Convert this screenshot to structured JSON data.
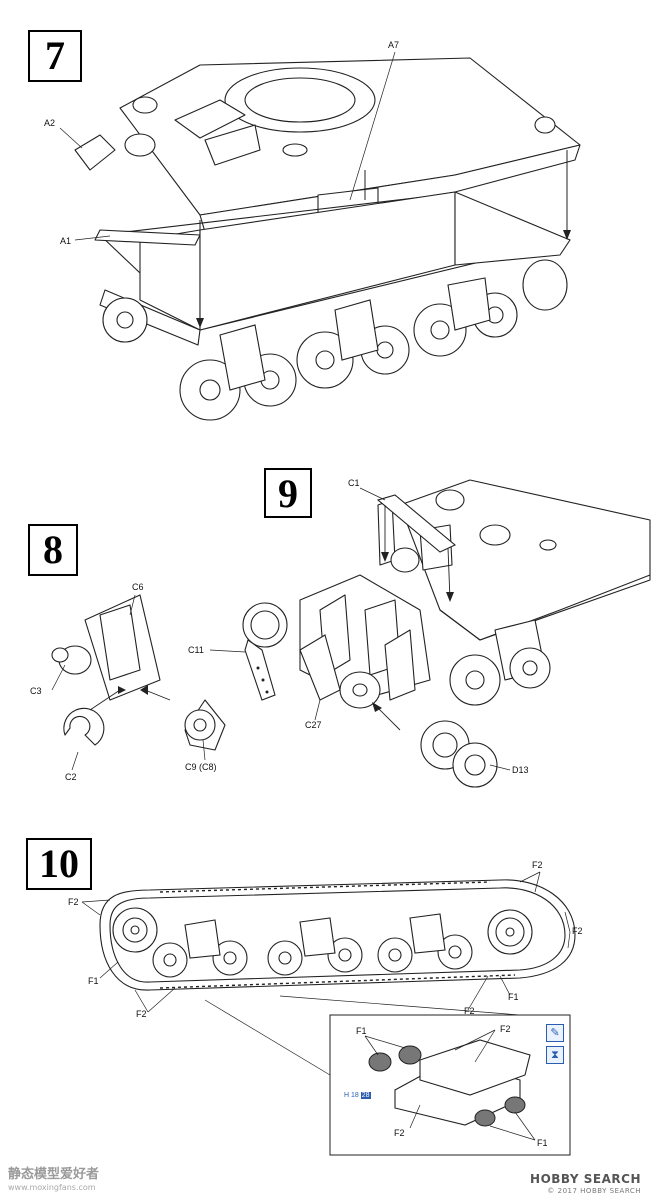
{
  "steps": {
    "s7": "7",
    "s8": "8",
    "s9": "9",
    "s10": "10"
  },
  "parts": {
    "a2": "A2",
    "a7": "A7",
    "a1": "A1",
    "c1": "C1",
    "c6": "C6",
    "c3": "C3",
    "c2": "C2",
    "c9": "C9 (C8)",
    "c11": "C11",
    "c27": "C27",
    "d13": "D13",
    "f1": "F1",
    "f2": "F2"
  },
  "ref": {
    "prefix": "H",
    "n1": "18",
    "n2": "28"
  },
  "watermark": {
    "left": "静态模型爱好者",
    "left_url": "www.moxingfans.com",
    "right": "HOBBY SEARCH",
    "right_sub": "© 2017 HOBBY SEARCH"
  },
  "icons": {
    "paint": "paintbrush-icon",
    "glue": "cement-icon"
  }
}
